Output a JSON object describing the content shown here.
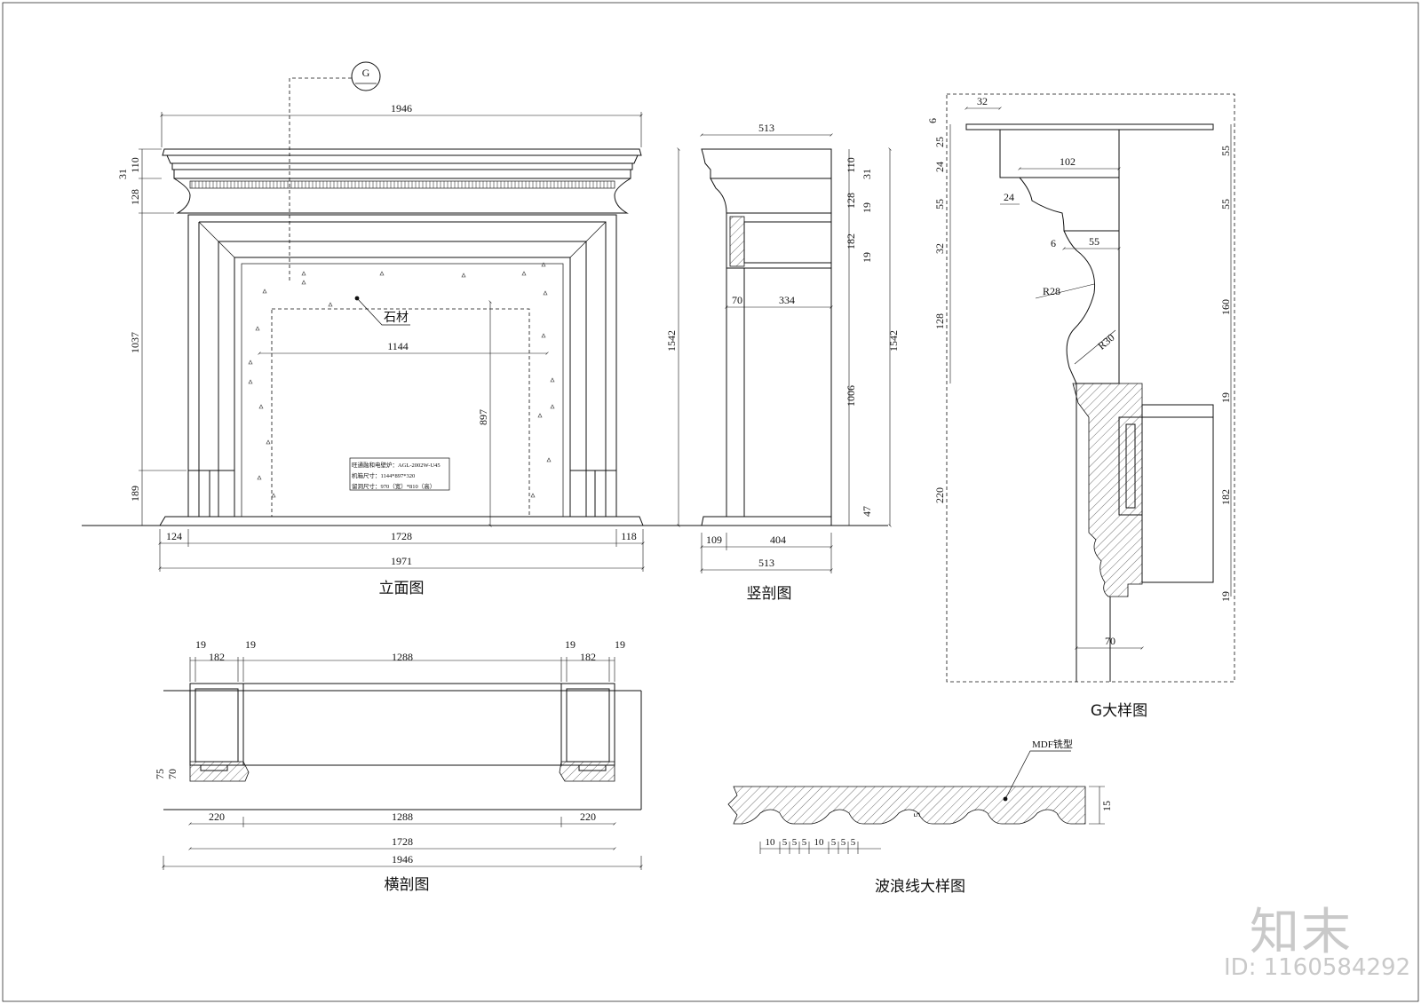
{
  "titles": {
    "elevation": "立面图",
    "vertical_section": "竖剖图",
    "horizontal_section": "横剖图",
    "g_detail": "G大样图",
    "wave_detail": "波浪线大样图"
  },
  "labels": {
    "g_marker": "G",
    "stone": "石材",
    "mdf": "MDF铣型",
    "note_line1": "旺通融和电壁炉：AGL-2002W-U45",
    "note_line2": "机箱尺寸：1144*897*320",
    "note_line3": "留洞尺寸：970（宽）*810（高）"
  },
  "elevation_dims": {
    "top_width": "1946",
    "d110": "110",
    "d31": "31",
    "d128": "128",
    "d1037": "1037",
    "d189": "189",
    "d1144": "1144",
    "d897": "897",
    "d124": "124",
    "d1728": "1728",
    "d118": "118",
    "d1971": "1971"
  },
  "vsection_dims": {
    "top": "513",
    "height_left": "1542",
    "height_right": "1542",
    "d110": "110",
    "d31": "31",
    "d128": "128",
    "d19a": "19",
    "d182": "182",
    "d19b": "19",
    "d70": "70",
    "d334": "334",
    "d1006": "1006",
    "d47": "47",
    "d109": "109",
    "d404": "404",
    "bottom": "513"
  },
  "hsection_dims": {
    "t19a": "19",
    "t182a": "182",
    "t19b": "19",
    "t1288": "1288",
    "t19c": "19",
    "t182b": "182",
    "t19d": "19",
    "d75": "75",
    "d70": "70",
    "b220a": "220",
    "b1288": "1288",
    "b220b": "220",
    "b1728": "1728",
    "b1946": "1946"
  },
  "g_dims": {
    "d32top": "32",
    "d6": "6",
    "d25": "25",
    "d24a": "24",
    "d55l": "55",
    "d32": "32",
    "d128": "128",
    "d220": "220",
    "d102": "102",
    "d24b": "24",
    "d6b": "6",
    "d55b": "55",
    "r28": "R28",
    "r30": "R30",
    "d55ra": "55",
    "d55rb": "55",
    "d160": "160",
    "d19a": "19",
    "d182": "182",
    "d19b": "19",
    "d70": "70"
  },
  "wave_dims": {
    "d15": "15",
    "d5": "5",
    "seq": [
      "10",
      "5",
      "5",
      "5",
      "10",
      "5",
      "5",
      "5"
    ]
  },
  "watermark": {
    "logo": "知末",
    "id": "ID: 1160584292"
  }
}
